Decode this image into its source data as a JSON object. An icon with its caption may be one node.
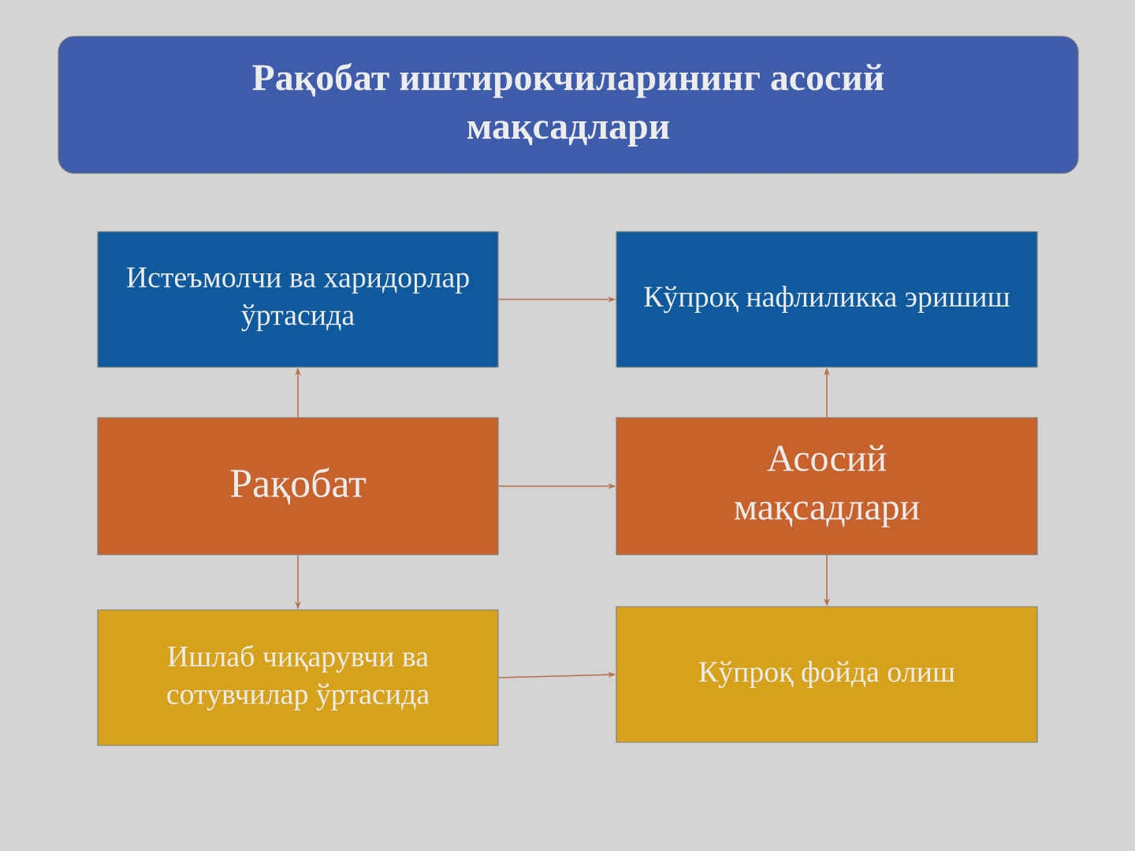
{
  "diagram": {
    "nodes": [
      {
        "text": [
          "Рақобат иштирокчиларининг асосий мақсадлари"
        ]
      },
      {
        "text": [
          "Истеъмолчи ва харидорлар ўртасида"
        ]
      },
      {
        "text": [
          "Кўпроқ нафлиликка эришиш"
        ]
      },
      {
        "text": [
          "Рақобат"
        ]
      },
      {
        "text": [
          "Асосий мақсадлари"
        ]
      },
      {
        "text": [
          "Ишлаб чиқарувчи ва сотувчилар ўртасида"
        ]
      },
      {
        "text": [
          "Кўпроқ фойда олиш"
        ]
      }
    ],
    "edges": [
      {
        "from": 3,
        "to": 1,
        "arrow": "to"
      },
      {
        "from": 1,
        "to": 2,
        "arrow": "to"
      },
      {
        "from": 3,
        "to": 4,
        "arrow": "to"
      },
      {
        "from": 4,
        "to": 2,
        "arrow": "to"
      },
      {
        "from": 3,
        "to": 5,
        "arrow": "to"
      },
      {
        "from": 5,
        "to": 6,
        "arrow": "to"
      },
      {
        "from": 4,
        "to": 6,
        "arrow": "to"
      }
    ]
  }
}
